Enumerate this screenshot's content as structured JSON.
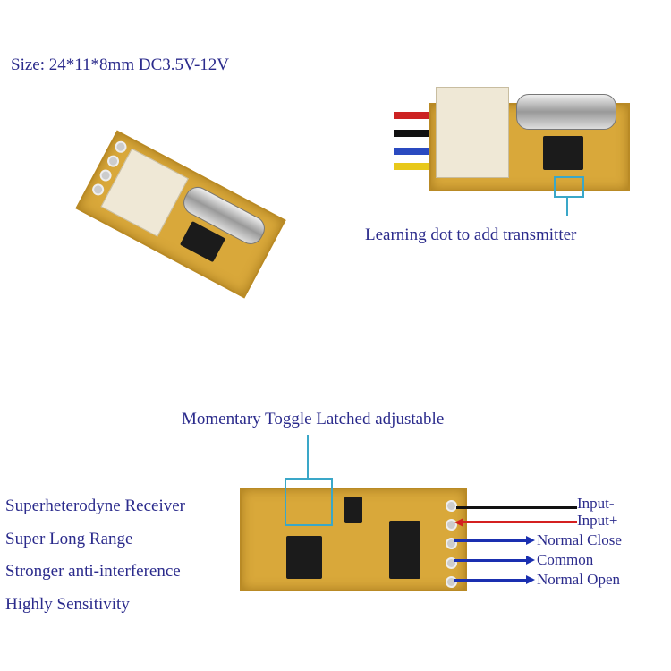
{
  "spec": "Size: 24*11*8mm  DC3.5V-12V",
  "learning_label": "Learning dot to add transmitter",
  "mode_label": "Momentary Toggle Latched adjustable",
  "features": [
    "Superheterodyne Receiver",
    "Super Long Range",
    "Stronger anti-interference",
    "Highly Sensitivity"
  ],
  "terminals": [
    {
      "label": "Input-",
      "wire_color": "#111111"
    },
    {
      "label": "Input+",
      "wire_color": "#d42020"
    },
    {
      "label": "Normal Close",
      "wire_color": "#1a2fb0"
    },
    {
      "label": "Common",
      "wire_color": "#1a2fb0"
    },
    {
      "label": "Normal Open",
      "wire_color": "#1a2fb0"
    }
  ],
  "colors": {
    "text": "#2b2b8c",
    "callout": "#3aa7c8"
  }
}
